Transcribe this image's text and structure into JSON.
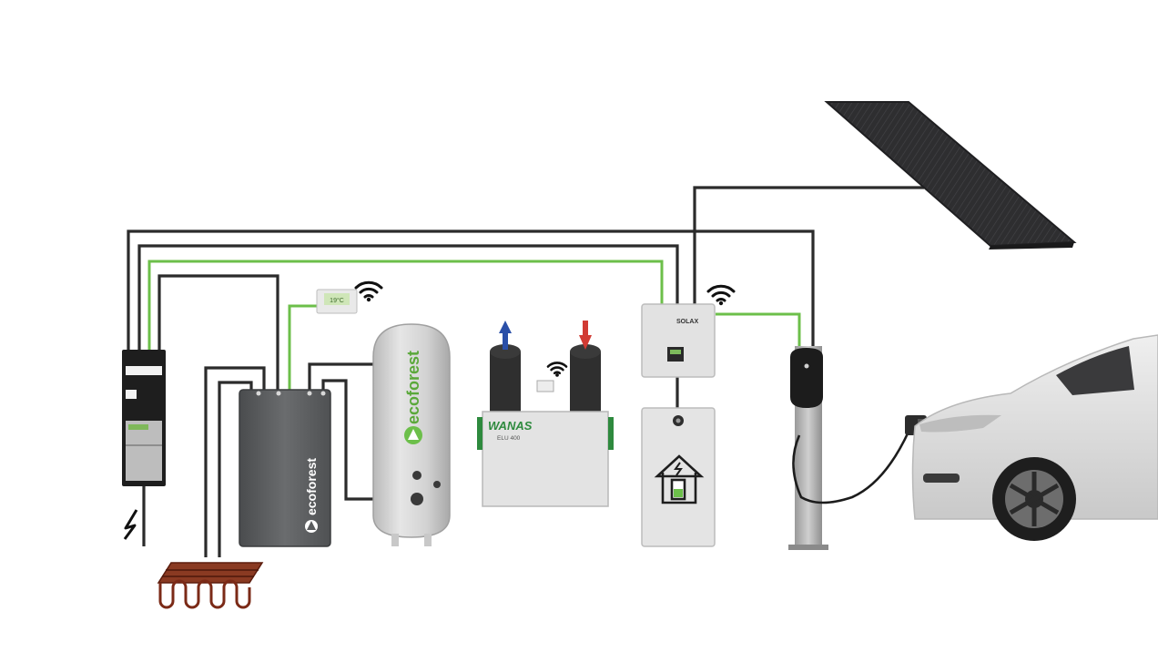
{
  "heat_pump": {
    "brand": "ecoforest"
  },
  "water_tank": {
    "brand": "ecoforest"
  },
  "ventilation_unit": {
    "brand": "WANAS",
    "model": "ELU 400"
  },
  "inverter": {
    "brand": "SOLAX"
  },
  "thermostat": {
    "display": "19°C"
  },
  "colors": {
    "power_line": "#2b2b2b",
    "data_line": "#6cbf4a",
    "floor_heating": "#7b2a17",
    "solar_panel": "#2e2e30",
    "device_body": "#e1e1e1",
    "heat_pump_body": "#5a5c5e",
    "car_body": "#dedede"
  },
  "icons": [
    "wifi-icon",
    "lightning-icon",
    "home-battery-icon",
    "arrow-up-icon",
    "arrow-down-icon",
    "ecoforest-logo-icon"
  ]
}
